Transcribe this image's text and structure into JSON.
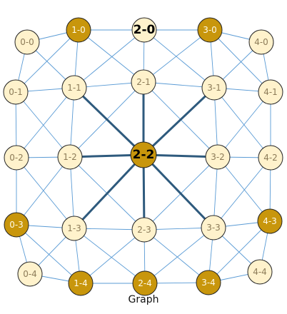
{
  "caption": "Graph",
  "colors": {
    "node_default": "#fff2cc",
    "node_highlight": "#c8960c",
    "node_stroke": "#222222",
    "edge_default": "#5a9bd5",
    "edge_highlight": "#2e5a7d",
    "label_default": "#8c7b58",
    "label_highlight": "#fffbe8",
    "label_focus": "#000000"
  },
  "nodes": [
    {
      "id": "0-0",
      "label": "0-0",
      "state": "normal"
    },
    {
      "id": "1-0",
      "label": "1-0",
      "state": "highlight"
    },
    {
      "id": "2-0",
      "label": "2-0",
      "state": "focus"
    },
    {
      "id": "3-0",
      "label": "3-0",
      "state": "highlight"
    },
    {
      "id": "4-0",
      "label": "4-0",
      "state": "normal"
    },
    {
      "id": "0-1",
      "label": "0-1",
      "state": "normal"
    },
    {
      "id": "1-1",
      "label": "1-1",
      "state": "normal"
    },
    {
      "id": "2-1",
      "label": "2-1",
      "state": "normal"
    },
    {
      "id": "3-1",
      "label": "3-1",
      "state": "normal"
    },
    {
      "id": "4-1",
      "label": "4-1",
      "state": "normal"
    },
    {
      "id": "0-2",
      "label": "0-2",
      "state": "normal"
    },
    {
      "id": "1-2",
      "label": "1-2",
      "state": "normal"
    },
    {
      "id": "2-2",
      "label": "2-2",
      "state": "center"
    },
    {
      "id": "3-2",
      "label": "3-2",
      "state": "normal"
    },
    {
      "id": "4-2",
      "label": "4-2",
      "state": "normal"
    },
    {
      "id": "0-3",
      "label": "0-3",
      "state": "highlight"
    },
    {
      "id": "1-3",
      "label": "1-3",
      "state": "normal"
    },
    {
      "id": "2-3",
      "label": "2-3",
      "state": "normal"
    },
    {
      "id": "3-3",
      "label": "3-3",
      "state": "normal"
    },
    {
      "id": "4-3",
      "label": "4-3",
      "state": "highlight"
    },
    {
      "id": "0-4",
      "label": "0-4",
      "state": "normal"
    },
    {
      "id": "1-4",
      "label": "1-4",
      "state": "highlight"
    },
    {
      "id": "2-4",
      "label": "2-4",
      "state": "highlight"
    },
    {
      "id": "3-4",
      "label": "3-4",
      "state": "highlight"
    },
    {
      "id": "4-4",
      "label": "4-4",
      "state": "normal"
    }
  ],
  "edges": [
    [
      "0-0",
      "1-0"
    ],
    [
      "1-0",
      "2-0"
    ],
    [
      "2-0",
      "3-0"
    ],
    [
      "3-0",
      "4-0"
    ],
    [
      "0-1",
      "1-1"
    ],
    [
      "1-1",
      "2-1"
    ],
    [
      "2-1",
      "3-1"
    ],
    [
      "3-1",
      "4-1"
    ],
    [
      "0-2",
      "1-2"
    ],
    [
      "1-2",
      "2-2"
    ],
    [
      "2-2",
      "3-2"
    ],
    [
      "3-2",
      "4-2"
    ],
    [
      "0-3",
      "1-3"
    ],
    [
      "1-3",
      "2-3"
    ],
    [
      "2-3",
      "3-3"
    ],
    [
      "3-3",
      "4-3"
    ],
    [
      "0-4",
      "1-4"
    ],
    [
      "1-4",
      "2-4"
    ],
    [
      "2-4",
      "3-4"
    ],
    [
      "3-4",
      "4-4"
    ],
    [
      "0-0",
      "0-1"
    ],
    [
      "0-1",
      "0-2"
    ],
    [
      "0-2",
      "0-3"
    ],
    [
      "0-3",
      "0-4"
    ],
    [
      "1-0",
      "1-1"
    ],
    [
      "1-1",
      "1-2"
    ],
    [
      "1-2",
      "1-3"
    ],
    [
      "1-3",
      "1-4"
    ],
    [
      "2-0",
      "2-1"
    ],
    [
      "2-1",
      "2-2"
    ],
    [
      "2-2",
      "2-3"
    ],
    [
      "2-3",
      "2-4"
    ],
    [
      "3-0",
      "3-1"
    ],
    [
      "3-1",
      "3-2"
    ],
    [
      "3-2",
      "3-3"
    ],
    [
      "3-3",
      "3-4"
    ],
    [
      "4-0",
      "4-1"
    ],
    [
      "4-1",
      "4-2"
    ],
    [
      "4-2",
      "4-3"
    ],
    [
      "4-3",
      "4-4"
    ],
    [
      "0-0",
      "1-1"
    ],
    [
      "1-0",
      "2-1"
    ],
    [
      "2-0",
      "3-1"
    ],
    [
      "3-0",
      "4-1"
    ],
    [
      "0-1",
      "1-2"
    ],
    [
      "1-1",
      "2-2"
    ],
    [
      "2-1",
      "3-2"
    ],
    [
      "3-1",
      "4-2"
    ],
    [
      "0-2",
      "1-3"
    ],
    [
      "1-2",
      "2-3"
    ],
    [
      "2-2",
      "3-3"
    ],
    [
      "3-2",
      "4-3"
    ],
    [
      "0-3",
      "1-4"
    ],
    [
      "1-3",
      "2-4"
    ],
    [
      "2-3",
      "3-4"
    ],
    [
      "3-3",
      "4-4"
    ],
    [
      "1-0",
      "0-1"
    ],
    [
      "2-0",
      "1-1"
    ],
    [
      "3-0",
      "2-1"
    ],
    [
      "4-0",
      "3-1"
    ],
    [
      "1-1",
      "0-2"
    ],
    [
      "2-1",
      "1-2"
    ],
    [
      "3-1",
      "2-2"
    ],
    [
      "4-1",
      "3-2"
    ],
    [
      "1-2",
      "0-3"
    ],
    [
      "2-2",
      "1-3"
    ],
    [
      "3-2",
      "2-3"
    ],
    [
      "4-2",
      "3-3"
    ],
    [
      "1-3",
      "0-4"
    ],
    [
      "2-3",
      "1-4"
    ],
    [
      "3-3",
      "2-4"
    ],
    [
      "4-3",
      "3-4"
    ]
  ],
  "highlight_edges": [
    [
      "2-2",
      "1-1"
    ],
    [
      "2-2",
      "2-1"
    ],
    [
      "2-2",
      "3-1"
    ],
    [
      "2-2",
      "1-2"
    ],
    [
      "2-2",
      "3-2"
    ],
    [
      "2-2",
      "1-3"
    ],
    [
      "2-2",
      "2-3"
    ],
    [
      "2-2",
      "3-3"
    ]
  ]
}
